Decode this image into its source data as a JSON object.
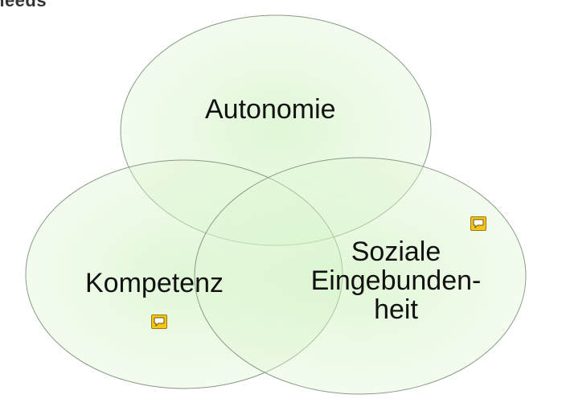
{
  "header": {
    "title_fragment": "needs"
  },
  "diagram": {
    "type": "venn",
    "circles": [
      {
        "id": "autonomie",
        "label": "Autonomie"
      },
      {
        "id": "kompetenz",
        "label": "Kompetenz"
      },
      {
        "id": "soziale",
        "label_lines": [
          "Soziale",
          "Eingebunden-",
          "heit"
        ]
      }
    ],
    "fill_color": "#c6f0b4",
    "stroke_color": "#8a9a86"
  },
  "annotations": {
    "comment_icon": "speech-bubble-icon",
    "comment_color": "#f5c518"
  }
}
